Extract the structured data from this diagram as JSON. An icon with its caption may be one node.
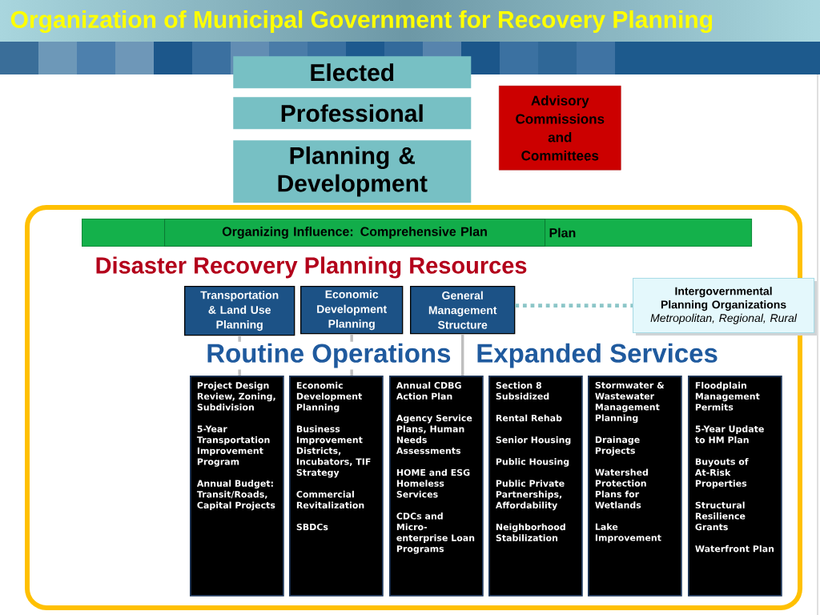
{
  "diagram": {
    "title": "Organization of Municipal Government for Recovery Planning",
    "nodes": [
      {
        "text": [
          "Elected"
        ]
      },
      {
        "text": [
          "Professional"
        ]
      },
      {
        "text": [
          "Planning & Development"
        ]
      },
      {
        "text": [
          "Advisory Commissions and Committees"
        ]
      },
      {
        "text": [
          "Plan"
        ]
      },
      {
        "text": [
          "Organizing Influence: Comprehensive Plan"
        ],
        "in": 4
      },
      {
        "text": [
          "Transportation & Land Use Planning"
        ]
      },
      {
        "text": [
          "Economic Development Planning"
        ]
      },
      {
        "text": [
          "General Management Structure"
        ]
      },
      {
        "text": [
          "Intergovernmental Planning Organizations",
          "Metropolitan, Regional, Rural"
        ]
      },
      {
        "text": [
          "Project Design Review, Zoning, Subdivision",
          "5-Year Transportation Improvement Program",
          "Annual Budget: Transit/Roads, Capital Projects"
        ]
      },
      {
        "text": [
          "Economic Development Planning",
          "Business Improvement Districts, Incubators, TIF Strategy",
          "Commercial Revitalization",
          "SBDCs"
        ]
      },
      {
        "text": [
          "Annual CDBG Action Plan",
          "Agency Service Plans, Human Needs Assessments",
          "HOME and ESG Homeless Services",
          "CDCs and Micro-enterprise Loan Programs"
        ]
      },
      {
        "text": [
          "Section 8 Subsidized",
          "Rental Rehab",
          "Senior Housing",
          "Public Housing",
          "Public Private Partnerships, Affordability",
          "Neighborhood Stabilization"
        ]
      },
      {
        "text": [
          "Stormwater & Wastewater Management Planning",
          "Drainage Projects",
          "Watershed Protection Plans for Wetlands",
          "Lake Improvement"
        ]
      },
      {
        "text": [
          "Floodplain Management Permits",
          "5-Year Update to HM Plan",
          "Buyouts of At-Risk Properties",
          "Structural Resilience Grants",
          "Waterfront Plan"
        ]
      }
    ],
    "edges": [
      {
        "from": 8,
        "to": 9,
        "arrow": "none",
        "style": "dashed",
        "color": "#8cc6c8"
      },
      {
        "from": 6,
        "to": 10,
        "arrow": "none"
      },
      {
        "from": 7,
        "to": 11,
        "arrow": "none"
      },
      {
        "from": 8,
        "to": 12,
        "arrow": "none"
      }
    ],
    "labels": [
      "Disaster Recovery Planning Resources",
      "Routine Operations",
      "Expanded Services"
    ]
  }
}
